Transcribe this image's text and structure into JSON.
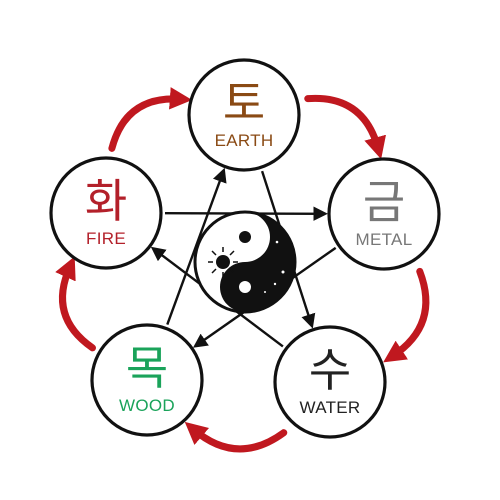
{
  "diagram": {
    "elements": [
      {
        "id": "earth",
        "glyph": "토",
        "label": "EARTH",
        "color": "#8a4a14"
      },
      {
        "id": "metal",
        "glyph": "금",
        "label": "METAL",
        "color": "#777777"
      },
      {
        "id": "water",
        "glyph": "수",
        "label": "WATER",
        "color": "#222222"
      },
      {
        "id": "wood",
        "glyph": "목",
        "label": "WOOD",
        "color": "#1aa35a"
      },
      {
        "id": "fire",
        "glyph": "화",
        "label": "FIRE",
        "color": "#b3202a"
      }
    ],
    "generating_cycle": [
      [
        "earth",
        "metal"
      ],
      [
        "metal",
        "water"
      ],
      [
        "water",
        "wood"
      ],
      [
        "wood",
        "fire"
      ],
      [
        "fire",
        "earth"
      ]
    ],
    "controlling_cycle": [
      [
        "fire",
        "metal"
      ],
      [
        "metal",
        "wood"
      ],
      [
        "wood",
        "earth"
      ],
      [
        "earth",
        "water"
      ],
      [
        "water",
        "fire"
      ]
    ],
    "colors": {
      "generating_arrow": "#c0181f",
      "controlling_arrow": "#111111",
      "circle_stroke": "#111111"
    },
    "center_icon": "yin-yang-sun-moon-icon"
  }
}
